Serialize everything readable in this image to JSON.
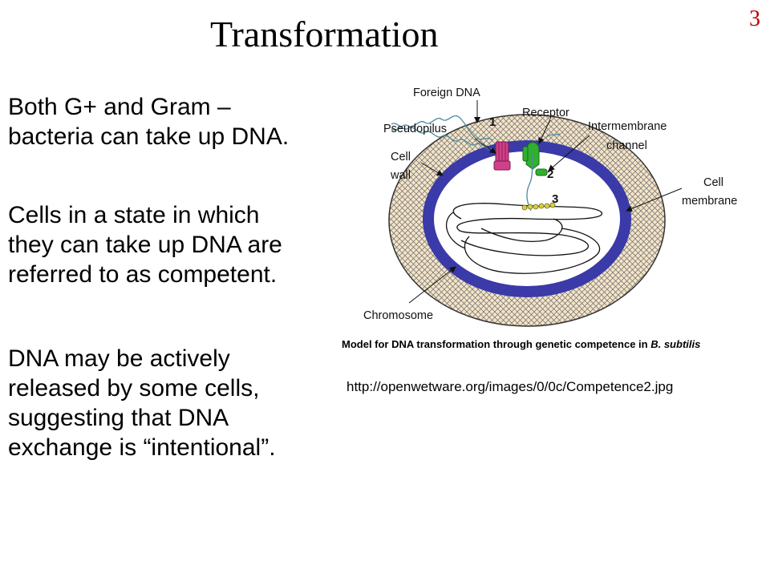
{
  "slide": {
    "title": "Transformation",
    "number": "3"
  },
  "text": {
    "para1_line1": "Both G+ and Gram –",
    "para1_line2": "bacteria can take up DNA.",
    "para2_line1": "Cells in a state in which",
    "para2_line2": "they can take up DNA are",
    "para2_line3": "referred to as competent.",
    "para3_line1": "DNA may be actively",
    "para3_line2": "released by some cells,",
    "para3_line3": "suggesting that DNA",
    "para3_line4": "exchange is “intentional”."
  },
  "diagram": {
    "labels": {
      "foreign_dna": "Foreign DNA",
      "receptor": "Receptor",
      "pseudopilus": "Pseudopilus",
      "intermembrane_1": "Intermembrane",
      "intermembrane_2": "channel",
      "cell_wall_1": "Cell",
      "cell_wall_2": "wall",
      "cell_membrane_1": "Cell",
      "cell_membrane_2": "membrane",
      "chromosome": "Chromosome"
    },
    "steps": [
      "1",
      "2",
      "3"
    ],
    "caption_main": "Model for DNA transformation through genetic competence in ",
    "caption_italic": "B. subtilis",
    "colors": {
      "cell_wall": "#f4e4c8",
      "membrane": "#3a3aa8",
      "pseudopilus": "#d0408a",
      "receptor": "#30b030",
      "dna_bead": "#d8d040"
    }
  },
  "source_url": "http://openwetware.org/images/0/0c/Competence2.jpg"
}
